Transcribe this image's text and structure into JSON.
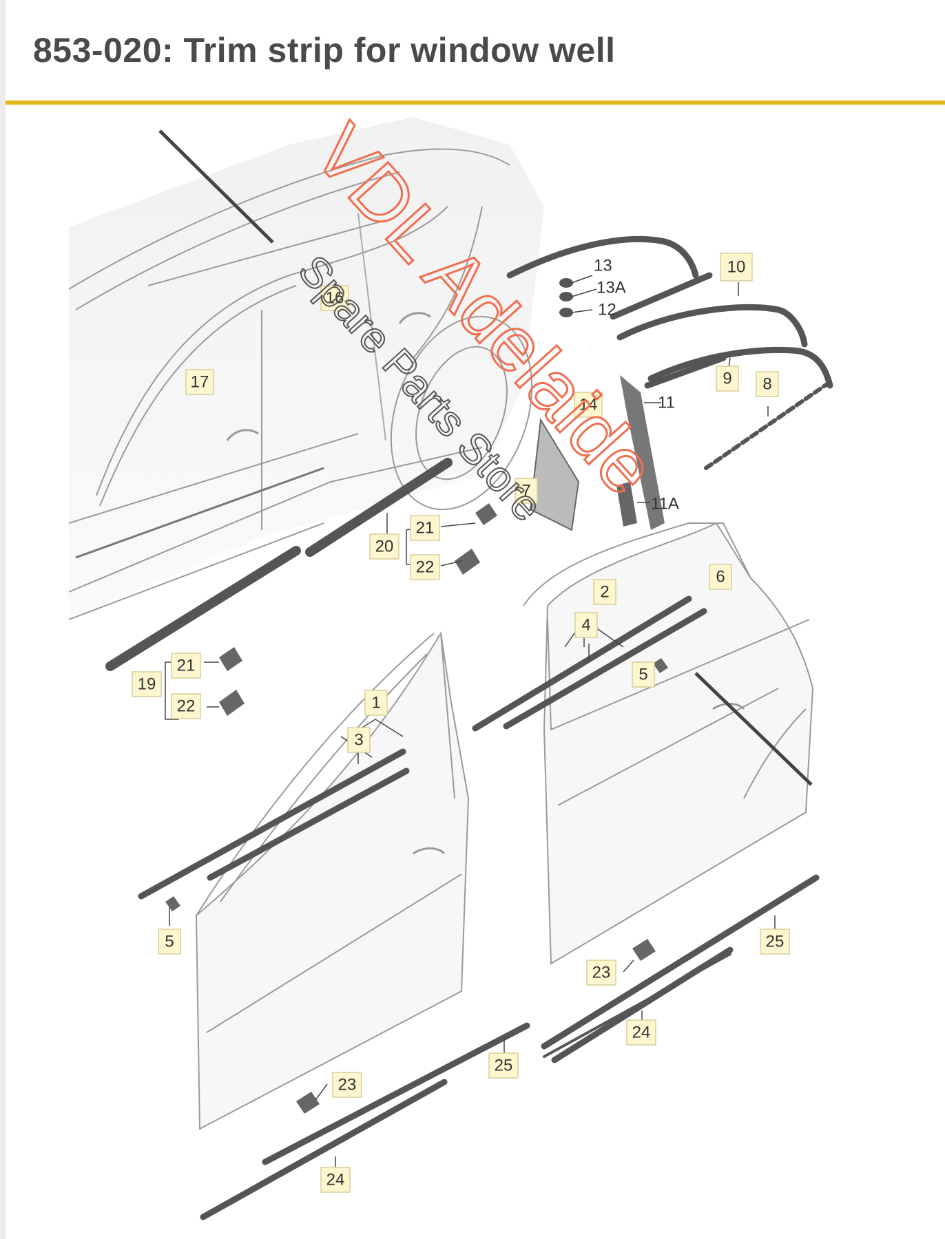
{
  "header": {
    "title": "853-020: Trim strip for window well",
    "accent_color": "#e0b81a"
  },
  "callouts": {
    "c1": "1",
    "c2": "2",
    "c3": "3",
    "c4": "4",
    "c5a": "5",
    "c5b": "5",
    "c6": "6",
    "c7": "7",
    "c8": "8",
    "c9": "9",
    "c10": "10",
    "c11": "11",
    "c11a": "11A",
    "c12": "12",
    "c13": "13",
    "c13a": "13A",
    "c14": "14",
    "c16": "16",
    "c17": "17",
    "c19": "19",
    "c20": "20",
    "c21a": "21",
    "c21b": "21",
    "c22a": "22",
    "c22b": "22",
    "c23a": "23",
    "c23b": "23",
    "c24a": "24",
    "c24b": "24",
    "c25a": "25",
    "c25b": "25"
  },
  "watermark": {
    "line1": "VDL Adelaide",
    "line2": "Spare Parts Store",
    "color": "#ef6f50"
  }
}
